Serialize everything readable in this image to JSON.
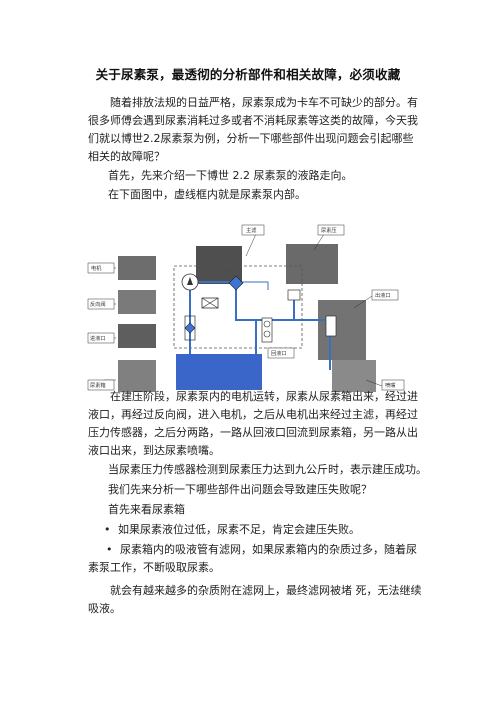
{
  "title": "关于尿素泵，最透彻的分析部件和相关故障，必须收藏",
  "paragraphs": {
    "intro": "随着排放法规的日益严格，尿素泵成为卡车不可缺少的部分。有很多师傅会遇到尿素消耗过多或者不消耗尿素等这类的故障，今天我们就以博世2.2尿素泵为例，分析一下哪些部件出现问题会引起哪些相关的故障呢？",
    "first": "首先，先来介绍一下博世 2.2 尿素泵的液路走向。",
    "below": "在下面图中，虚线框内就是尿素泵内部。",
    "build": "在建压阶段，尿素泵内的电机运转，尿素从尿素箱出来，经过进液口，再经过反向阀，进入电机，之后从电机出来经过主滤，再经过压力传感器，之后分两路，一路从回液口回流到尿素箱，另一路从出液口出来，到达尿素喷嘴。",
    "success": "当尿素压力传感器检测到尿素压力达到九公斤时，表示建压成功。",
    "analyze": "我们先来分析一下哪些部件出问题会导致建压失败呢？",
    "tank_first": "首先来看尿素箱",
    "bullet1": "如果尿素液位过低，尿素不足，肯定会建压失败。",
    "bullet2": "尿素箱内的吸液管有滤网，如果尿素箱内的杂质过多，随着尿素泵工作，不断吸取尿素。",
    "clog": "就会有越来越多的杂质附在滤网上，最终滤网被堵 死，无法继续吸液。"
  },
  "figure_labels": {
    "main_filter": "主滤",
    "pressure_sensor": "尿素压",
    "motor": "电机",
    "reverse_valve": "反向阀",
    "inlet": "进液口",
    "tank": "尿素箱",
    "outlet": "出液口",
    "return_port": "回液口",
    "nozzle": "喷嘴"
  },
  "colors": {
    "pipe": "#3a6fc4",
    "tank": "#3b66c9",
    "valve": "#3d74d4"
  }
}
